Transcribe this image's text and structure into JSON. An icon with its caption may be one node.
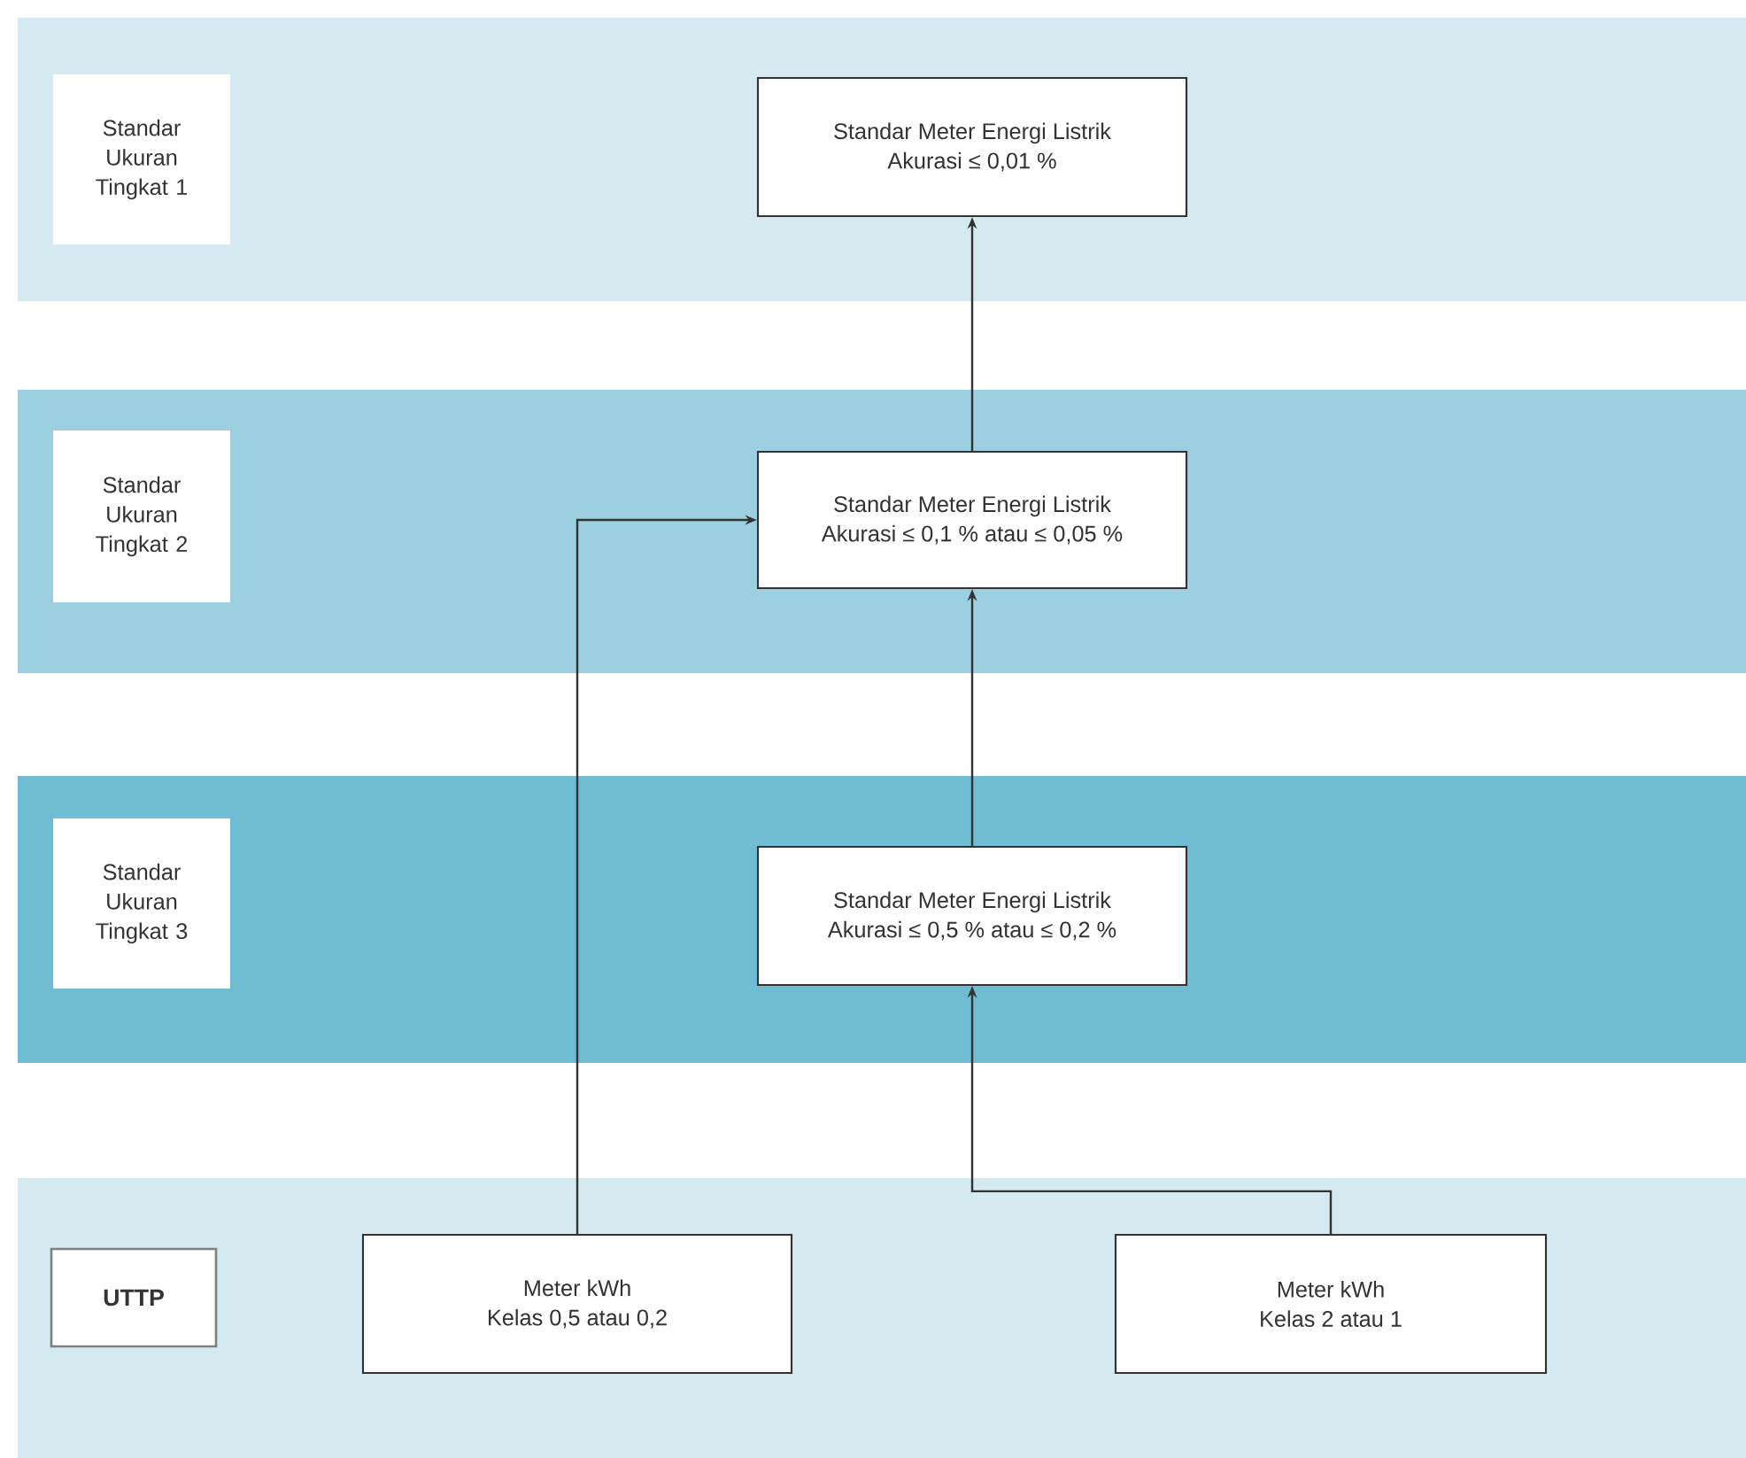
{
  "diagram": {
    "nodes": [
      {
        "text": [],
        "shape": "band"
      },
      {
        "text": [
          "Standar Ukuran Tingkat 1"
        ],
        "in": 0
      },
      {
        "text": [
          "Standar Meter Energi Listrik",
          "Akurasi ≤ 0,01 %"
        ],
        "in": 0
      },
      {
        "text": [],
        "shape": "band"
      },
      {
        "text": [
          "Standar Ukuran Tingkat 2"
        ],
        "in": 3
      },
      {
        "text": [
          "Standar Meter Energi Listrik",
          "Akurasi ≤ 0,1 % atau ≤ 0,05 %"
        ],
        "in": 3
      },
      {
        "text": [],
        "shape": "band"
      },
      {
        "text": [
          "Standar Ukuran Tingkat 3"
        ],
        "in": 6
      },
      {
        "text": [
          "Standar Meter Energi Listrik",
          "Akurasi ≤ 0,5 % atau ≤ 0,2 %"
        ],
        "in": 6
      },
      {
        "text": [],
        "shape": "band"
      },
      {
        "text": [
          "UTTP"
        ],
        "in": 9
      },
      {
        "text": [
          "Meter kWh",
          "Kelas 0,5 atau 0,2"
        ],
        "in": 9
      },
      {
        "text": [
          "Meter kWh",
          "Kelas 2 atau 1"
        ],
        "in": 9
      }
    ],
    "edges": [
      {
        "from": 5,
        "to": 2,
        "arrow": "to"
      },
      {
        "from": 8,
        "to": 5,
        "arrow": "to"
      },
      {
        "from": 11,
        "to": 5,
        "arrow": "to"
      },
      {
        "from": 12,
        "to": 8,
        "arrow": "to"
      }
    ]
  }
}
